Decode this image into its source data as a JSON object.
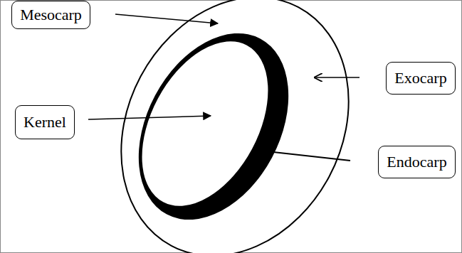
{
  "diagram": {
    "nodes": [
      {
        "text": [
          "Mesocarp"
        ]
      },
      {
        "text": [
          "Exocarp"
        ]
      },
      {
        "text": [
          "Kernel"
        ]
      },
      {
        "text": [
          "Endocarp"
        ]
      }
    ]
  }
}
